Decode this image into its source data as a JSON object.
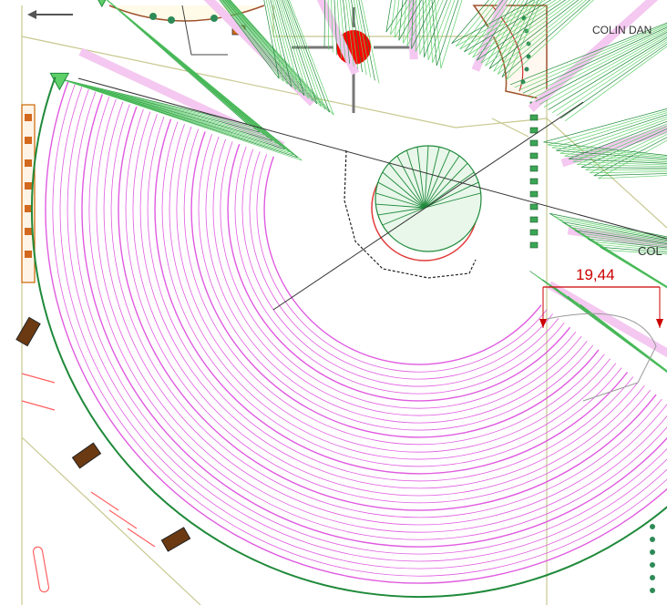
{
  "labels": {
    "top_right": "COLIN DAN",
    "mid_right": "COL",
    "dimension": "19,44"
  },
  "colors": {
    "seating": "#e05be0",
    "structure": "#1f8a3a",
    "structure_light": "#5fcf6a",
    "walls": "#222222",
    "dimension": "#cc0000",
    "marker": "#ff0000",
    "frame_lines": "#c8c890",
    "aisle_fill": "#f4c8f0"
  },
  "icons": {
    "top_marker": "red-circle-crosshair-icon",
    "left_arrow": "arrow-left-icon"
  }
}
